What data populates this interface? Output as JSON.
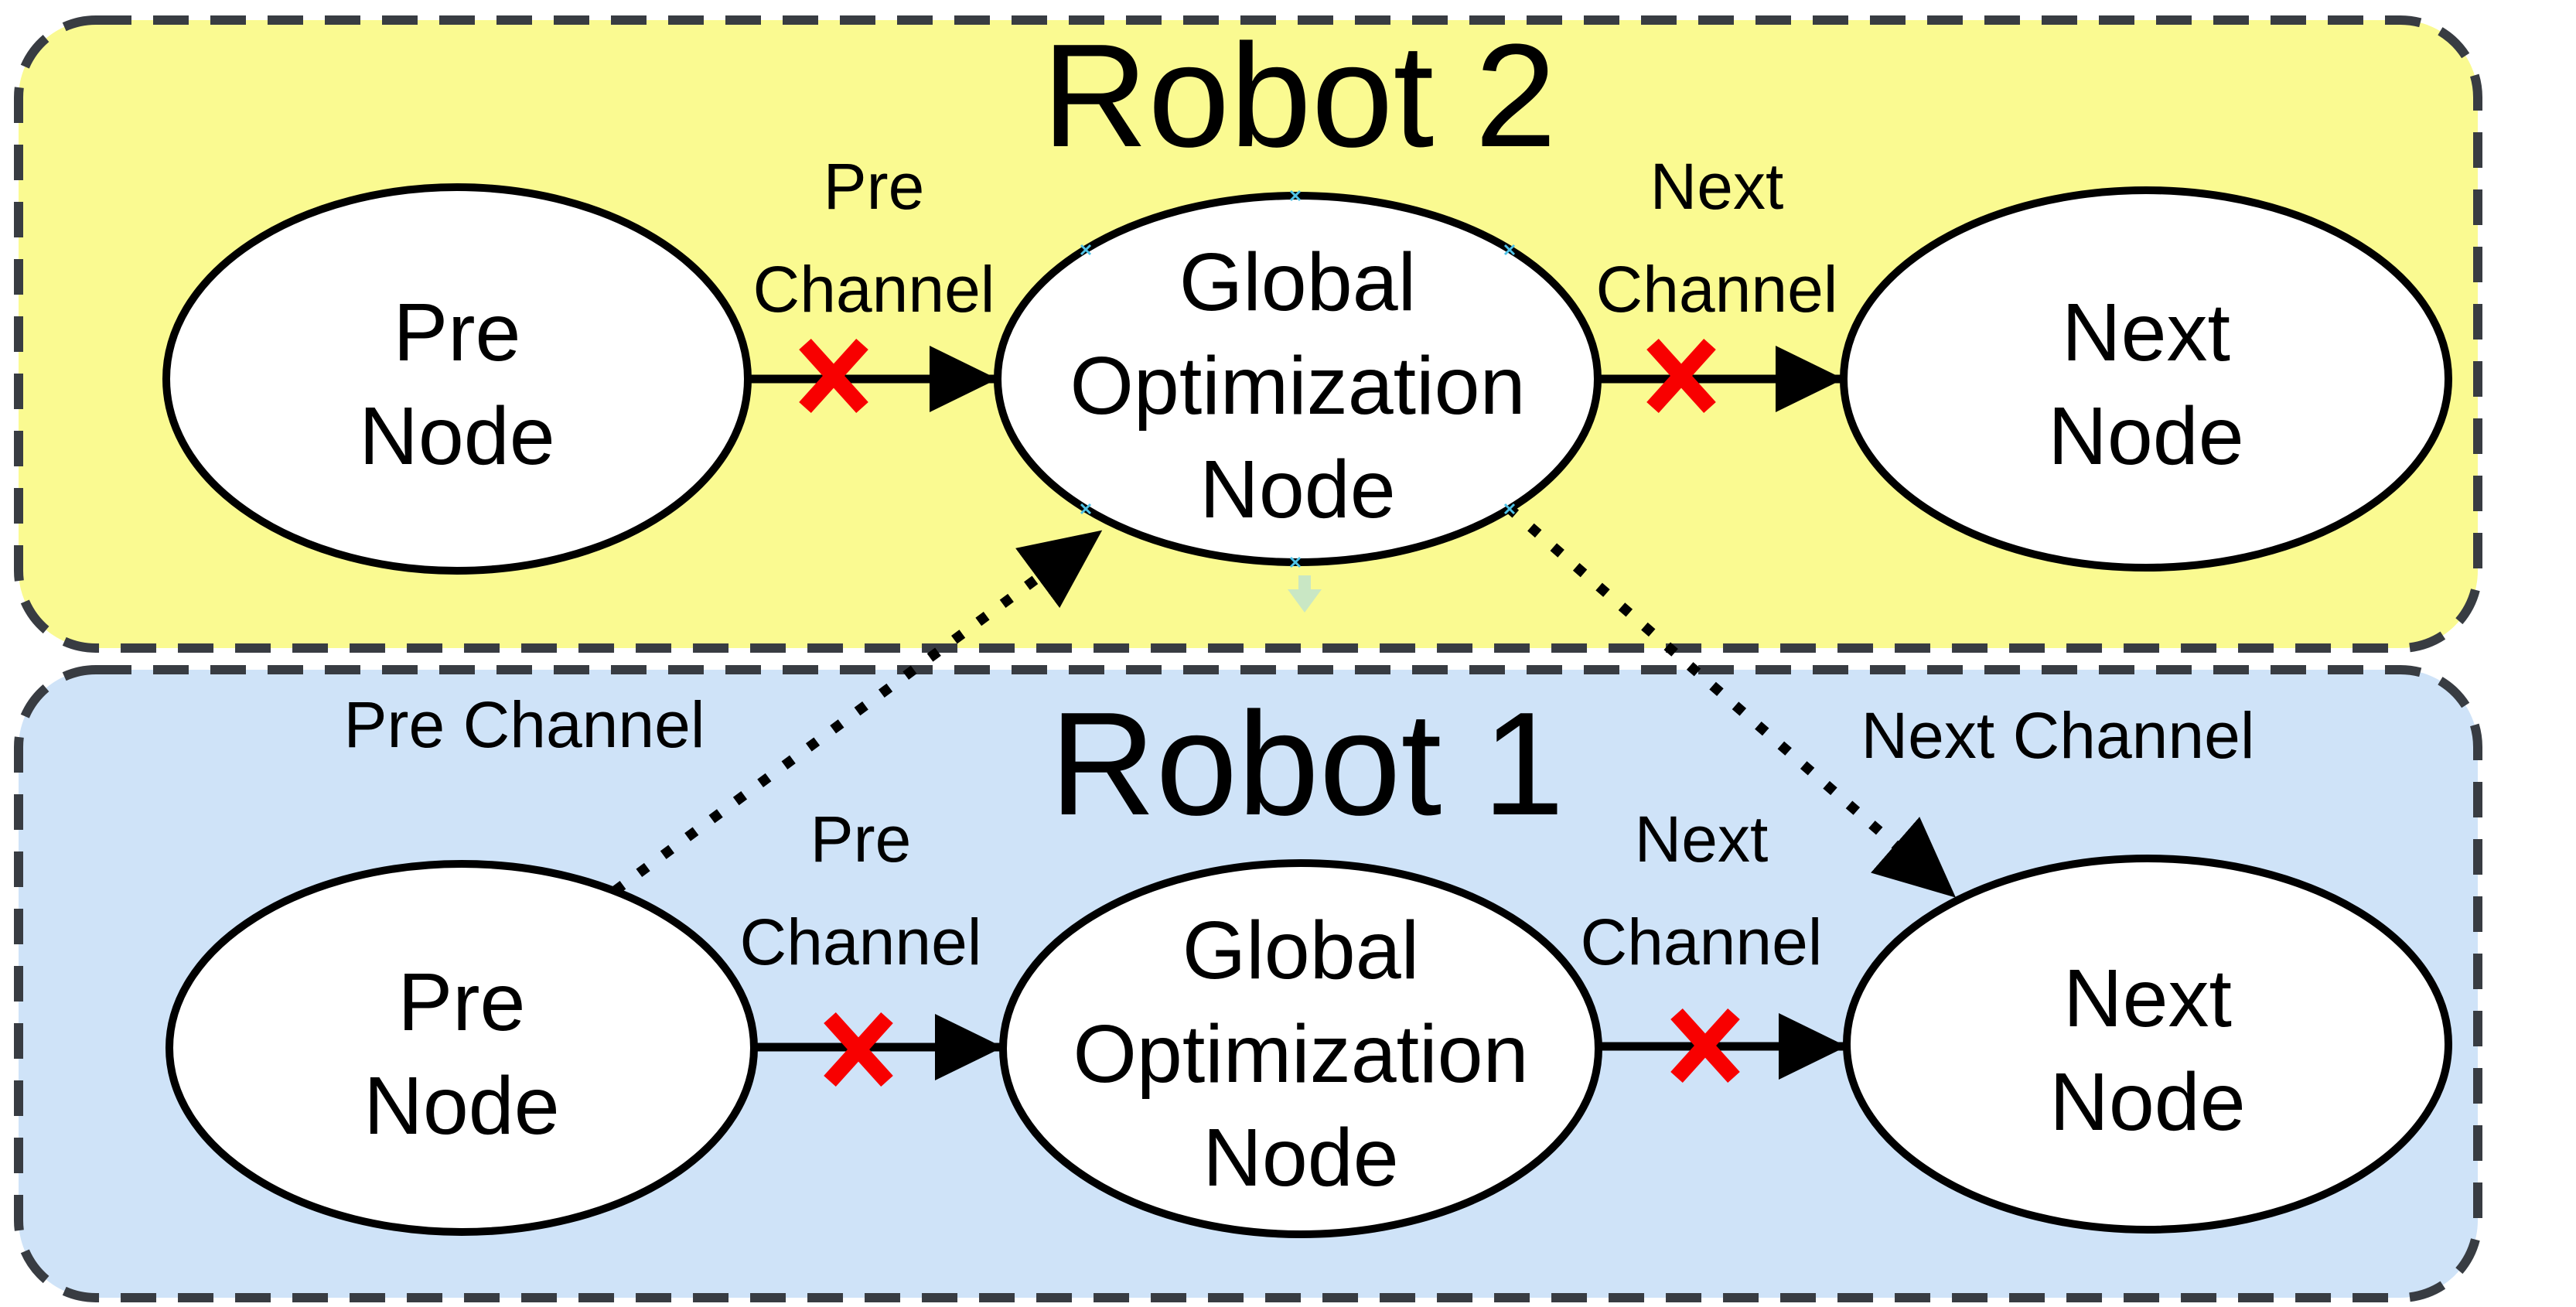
{
  "colors": {
    "background": "#FFFFFF",
    "robot2_fill": "#FAFA91",
    "robot1_fill": "#CFE3F8",
    "box_border": "#383C42",
    "node_fill": "#FFFFFF",
    "node_border": "#000000",
    "arrow": "#000000",
    "blocked_x": "#F80000",
    "text": "#000000",
    "artifact_arrow": "#C9E7C4",
    "handle": "#4FC3E8"
  },
  "robot2": {
    "title": "Robot 2",
    "nodes": {
      "pre": {
        "line1": "Pre",
        "line2": "Node"
      },
      "global": {
        "line1": "Global",
        "line2": "Optimization",
        "line3": "Node"
      },
      "next": {
        "line1": "Next",
        "line2": "Node"
      }
    },
    "channels": {
      "pre": {
        "line1": "Pre",
        "line2": "Channel",
        "status": "blocked"
      },
      "next": {
        "line1": "Next",
        "line2": "Channel",
        "status": "blocked"
      }
    }
  },
  "robot1": {
    "title": "Robot 1",
    "nodes": {
      "pre": {
        "line1": "Pre",
        "line2": "Node"
      },
      "global": {
        "line1": "Global",
        "line2": "Optimization",
        "line3": "Node"
      },
      "next": {
        "line1": "Next",
        "line2": "Node"
      }
    },
    "channels": {
      "pre": {
        "line1": "Pre",
        "line2": "Channel",
        "status": "blocked"
      },
      "next": {
        "line1": "Next",
        "line2": "Channel",
        "status": "blocked"
      }
    }
  },
  "cross_channels": {
    "pre": {
      "label": "Pre Channel"
    },
    "next": {
      "label": "Next Channel"
    }
  }
}
